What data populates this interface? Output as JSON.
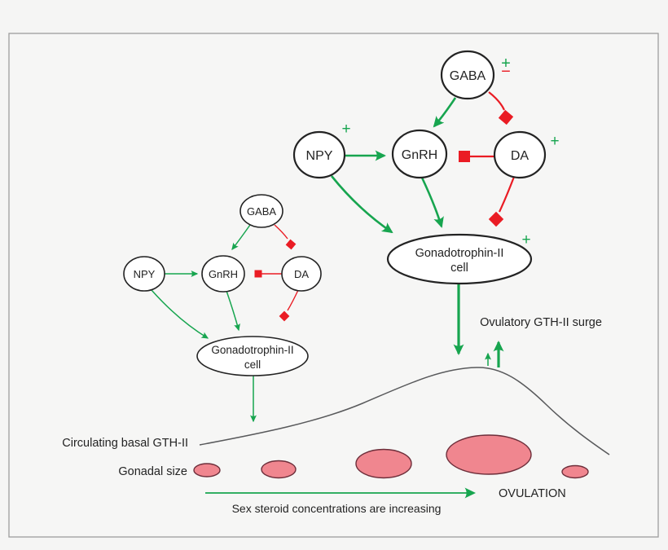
{
  "colors": {
    "green": "#17a54f",
    "red": "#ea1c24",
    "pink_fill": "#f0868f",
    "pink_stroke": "#6d2e3a",
    "ink": "#232323",
    "curve": "#58595b",
    "frame": "#9d9d9d",
    "background": "#f5f5f4",
    "panel": "#f6f6f5"
  },
  "left_cluster": {
    "gaba": "GABA",
    "npy": "NPY",
    "gnrh": "GnRH",
    "da": "DA",
    "cell_line1": "Gonadotrophin-II",
    "cell_line2": "cell",
    "relationships": [
      {
        "from": "GABA",
        "to": "GnRH",
        "effect": "stimulatory"
      },
      {
        "from": "GABA",
        "to": "DA",
        "effect": "inhibitory"
      },
      {
        "from": "NPY",
        "to": "GnRH",
        "effect": "stimulatory"
      },
      {
        "from": "NPY",
        "to": "Gonadotrophin-II cell",
        "effect": "stimulatory"
      },
      {
        "from": "GnRH",
        "to": "Gonadotrophin-II cell",
        "effect": "stimulatory"
      },
      {
        "from": "DA",
        "to": "GnRH",
        "effect": "inhibitory"
      },
      {
        "from": "DA",
        "to": "Gonadotrophin-II cell",
        "effect": "inhibitory"
      },
      {
        "from": "Gonadotrophin-II cell",
        "to": "circulating basal GTH-II",
        "effect": "stimulatory"
      }
    ]
  },
  "right_cluster": {
    "gaba": "GABA",
    "npy": "NPY",
    "gnrh": "GnRH",
    "da": "DA",
    "cell_line1": "Gonadotrophin-II",
    "cell_line2": "cell",
    "gaba_plus": "+",
    "gaba_minus": "−",
    "npy_plus": "+",
    "da_plus": "+",
    "cell_plus": "+",
    "relationships": [
      {
        "from": "GABA",
        "to": "GnRH",
        "effect": "stimulatory"
      },
      {
        "from": "GABA",
        "to": "DA",
        "effect": "inhibitory"
      },
      {
        "from": "NPY",
        "to": "GnRH",
        "effect": "stimulatory"
      },
      {
        "from": "NPY",
        "to": "Gonadotrophin-II cell",
        "effect": "stimulatory"
      },
      {
        "from": "GnRH",
        "to": "Gonadotrophin-II cell",
        "effect": "stimulatory"
      },
      {
        "from": "DA",
        "to": "GnRH",
        "effect": "inhibitory"
      },
      {
        "from": "DA",
        "to": "Gonadotrophin-II cell",
        "effect": "inhibitory"
      },
      {
        "from": "Gonadotrophin-II cell",
        "to": "ovulatory GTH-II surge",
        "effect": "stimulatory"
      }
    ]
  },
  "bottom": {
    "surge_label": "Ovulatory GTH-II surge",
    "basal_label": "Circulating basal GTH-II",
    "gonadal_label": "Gonadal size",
    "ovulation_label": "OVULATION",
    "axis_label": "Sex steroid concentrations are increasing",
    "gonad_count": 5
  }
}
